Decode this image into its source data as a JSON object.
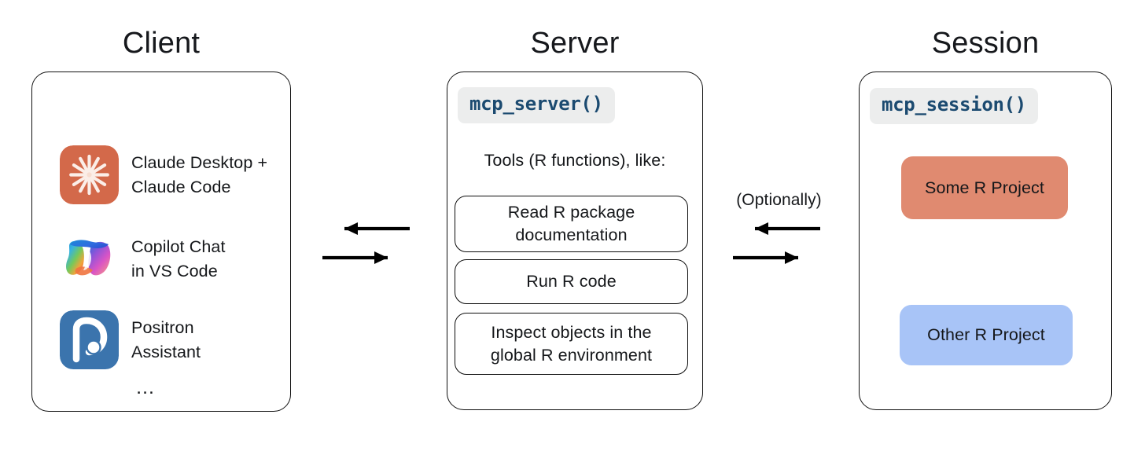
{
  "columns": {
    "client": {
      "title": "Client"
    },
    "server": {
      "title": "Server"
    },
    "session": {
      "title": "Session"
    }
  },
  "client": {
    "apps": [
      {
        "icon": "claude-logo-icon",
        "label": "Claude Desktop +\nClaude Code"
      },
      {
        "icon": "copilot-logo-icon",
        "label": "Copilot Chat\nin VS Code"
      },
      {
        "icon": "positron-logo-icon",
        "label": "Positron\nAssistant"
      }
    ],
    "ellipsis": "…"
  },
  "server": {
    "code_chip": "mcp_server()",
    "tools_caption": "Tools (R functions), like:",
    "tools": [
      "Read R package\ndocumentation",
      "Run R code",
      "Inspect objects in the\nglobal R environment"
    ]
  },
  "session": {
    "code_chip": "mcp_session()",
    "projects": [
      {
        "label": "Some R Project",
        "color": "#e08a70"
      },
      {
        "label": "Other R Project",
        "color": "#a8c4f7"
      }
    ]
  },
  "connectors": {
    "client_server": {
      "top_direction": "left",
      "bottom_direction": "right"
    },
    "server_session": {
      "label": "(Optionally)",
      "top_direction": "left",
      "bottom_direction": "right"
    }
  },
  "colors": {
    "code_text": "#1b4a70",
    "code_background": "#eceded",
    "panel_border": "#101010",
    "claude_orange": "#d3694a",
    "positron_blue": "#3b74ad",
    "project_salmon": "#e08a70",
    "project_blue": "#a8c4f7",
    "text": "#15171a"
  }
}
